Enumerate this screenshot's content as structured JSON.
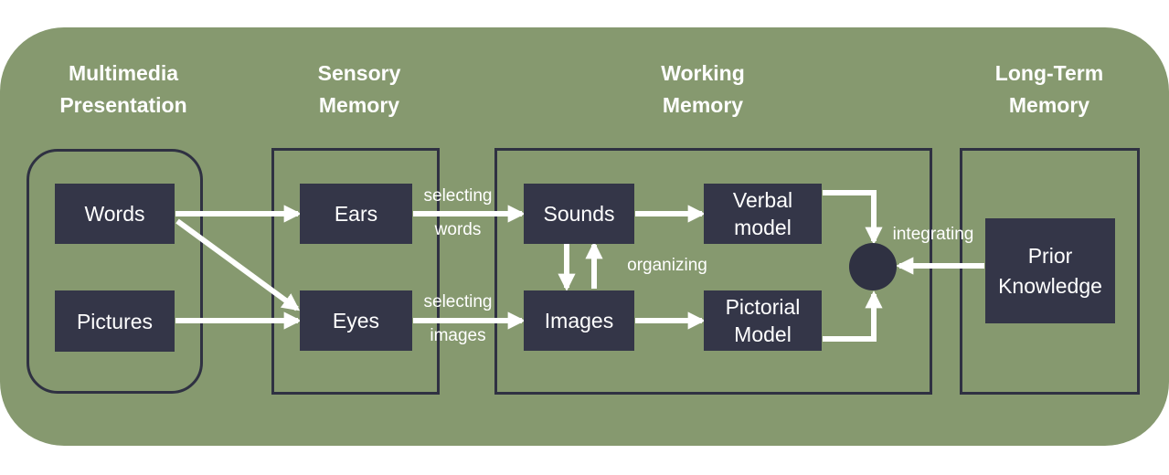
{
  "headings": {
    "multimedia": [
      "Multimedia",
      "Presentation"
    ],
    "sensory": [
      "Sensory",
      "Memory"
    ],
    "working": [
      "Working",
      "Memory"
    ],
    "longterm": [
      "Long-Term",
      "Memory"
    ]
  },
  "nodes": {
    "words": "Words",
    "pictures": "Pictures",
    "ears": "Ears",
    "eyes": "Eyes",
    "sounds": "Sounds",
    "images": "Images",
    "verbal_model": [
      "Verbal",
      "model"
    ],
    "pictorial_model": [
      "Pictorial",
      "Model"
    ],
    "prior_knowledge": [
      "Prior",
      "Knowledge"
    ]
  },
  "labels": {
    "selecting_words": [
      "selecting",
      "words"
    ],
    "selecting_images": [
      "selecting",
      "images"
    ],
    "organizing": "organizing",
    "integrating": "integrating"
  },
  "colors": {
    "panel": "#86996f",
    "node": "#343648",
    "frame": "#2f3142",
    "arrow": "#ffffff"
  }
}
